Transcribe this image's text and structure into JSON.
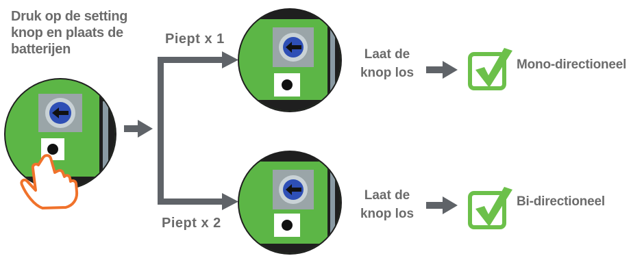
{
  "instruction": {
    "line1": "Druk op de setting",
    "line2": "knop en plaats de",
    "line3": "batterijen"
  },
  "branches": [
    {
      "beep_label": "Piept x 1",
      "release_line1": "Laat de",
      "release_line2": "knop los",
      "result_label": "Mono-directioneel"
    },
    {
      "beep_label": "Piept x 2",
      "release_line1": "Laat de",
      "release_line2": "knop los",
      "result_label": "Bi-directioneel"
    }
  ],
  "colors": {
    "board_green": "#5cb646",
    "board_dark": "#1f1f1f",
    "arrow_gray": "#5f6368",
    "check_green": "#6cc04a",
    "hand_orange": "#f0722b",
    "dial_blue": "#2e4fb5",
    "text_gray": "#6b6b6b"
  },
  "icons": [
    "pcb-board-image",
    "dial-switch-icon",
    "button-icon",
    "pointing-hand-icon",
    "arrow-icon",
    "checkmark-box-icon"
  ]
}
